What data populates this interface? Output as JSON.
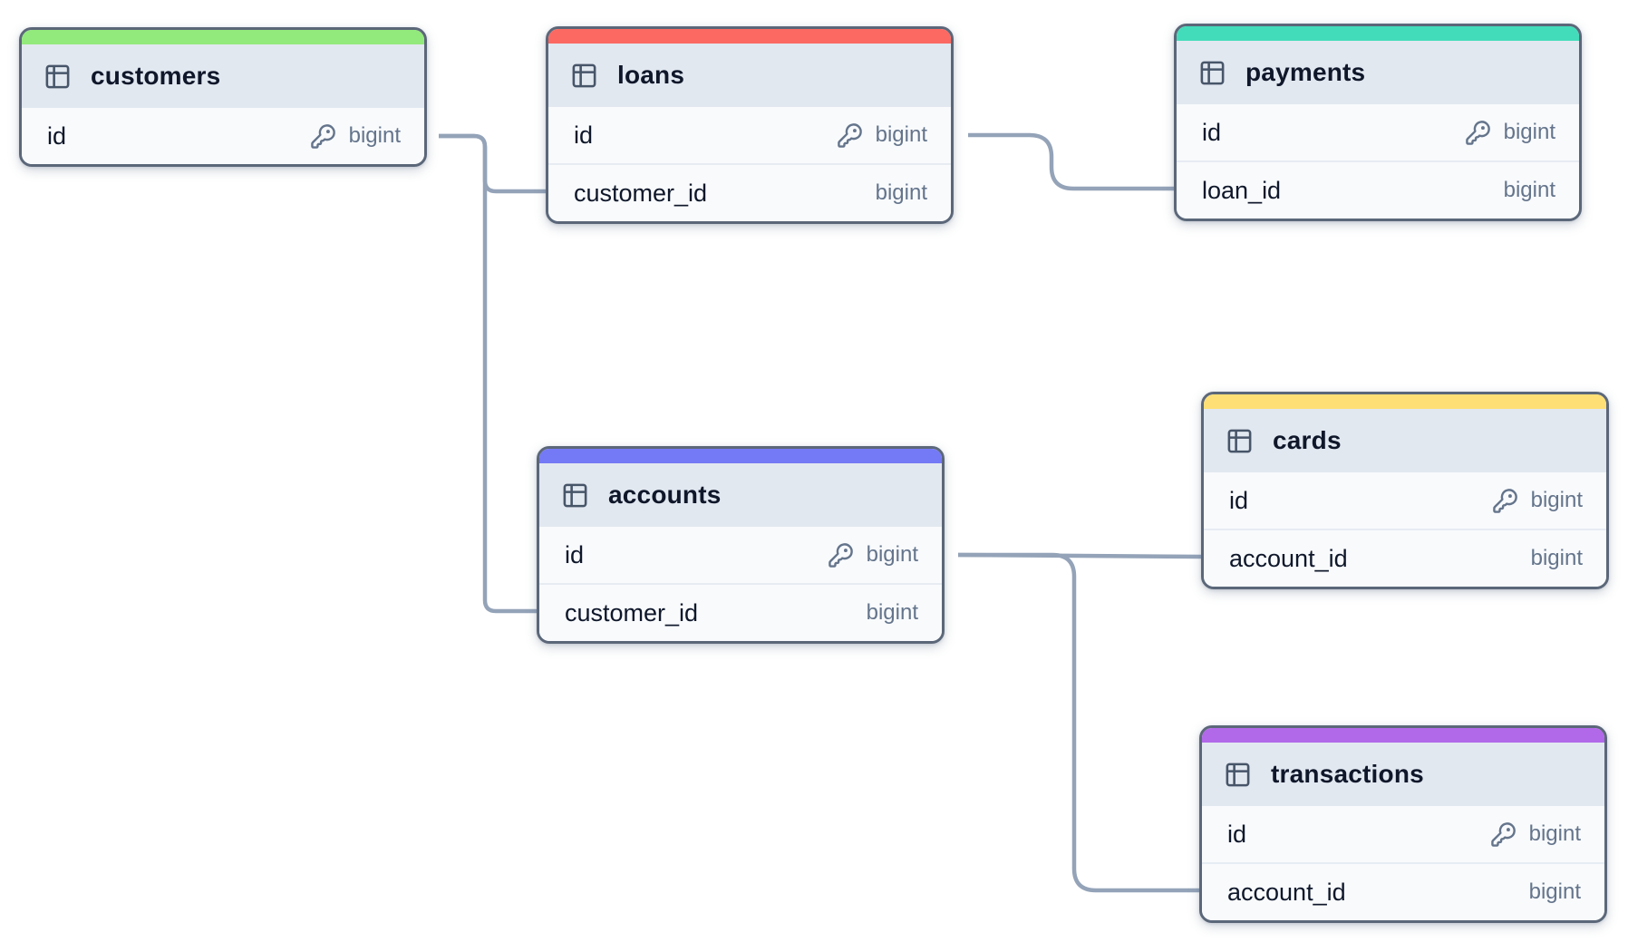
{
  "diagram": {
    "edge_color": "#94a3b8",
    "tables": [
      {
        "name": "customers",
        "accent_color": "#92e97c",
        "fields": [
          {
            "name": "id",
            "type": "bigint",
            "primary_key": true
          }
        ]
      },
      {
        "name": "loans",
        "accent_color": "#fb6962",
        "fields": [
          {
            "name": "id",
            "type": "bigint",
            "primary_key": true
          },
          {
            "name": "customer_id",
            "type": "bigint",
            "primary_key": false
          }
        ]
      },
      {
        "name": "payments",
        "accent_color": "#43dcba",
        "fields": [
          {
            "name": "id",
            "type": "bigint",
            "primary_key": true
          },
          {
            "name": "loan_id",
            "type": "bigint",
            "primary_key": false
          }
        ]
      },
      {
        "name": "accounts",
        "accent_color": "#7479f5",
        "fields": [
          {
            "name": "id",
            "type": "bigint",
            "primary_key": true
          },
          {
            "name": "customer_id",
            "type": "bigint",
            "primary_key": false
          }
        ]
      },
      {
        "name": "cards",
        "accent_color": "#fedf76",
        "fields": [
          {
            "name": "id",
            "type": "bigint",
            "primary_key": true
          },
          {
            "name": "account_id",
            "type": "bigint",
            "primary_key": false
          }
        ]
      },
      {
        "name": "transactions",
        "accent_color": "#b168e9",
        "fields": [
          {
            "name": "id",
            "type": "bigint",
            "primary_key": true
          },
          {
            "name": "account_id",
            "type": "bigint",
            "primary_key": false
          }
        ]
      }
    ],
    "relationships": [
      {
        "from": "customers.id",
        "to": "loans.customer_id"
      },
      {
        "from": "customers.id",
        "to": "accounts.customer_id"
      },
      {
        "from": "loans.id",
        "to": "payments.loan_id"
      },
      {
        "from": "accounts.id",
        "to": "cards.account_id"
      },
      {
        "from": "accounts.id",
        "to": "transactions.account_id"
      }
    ]
  }
}
